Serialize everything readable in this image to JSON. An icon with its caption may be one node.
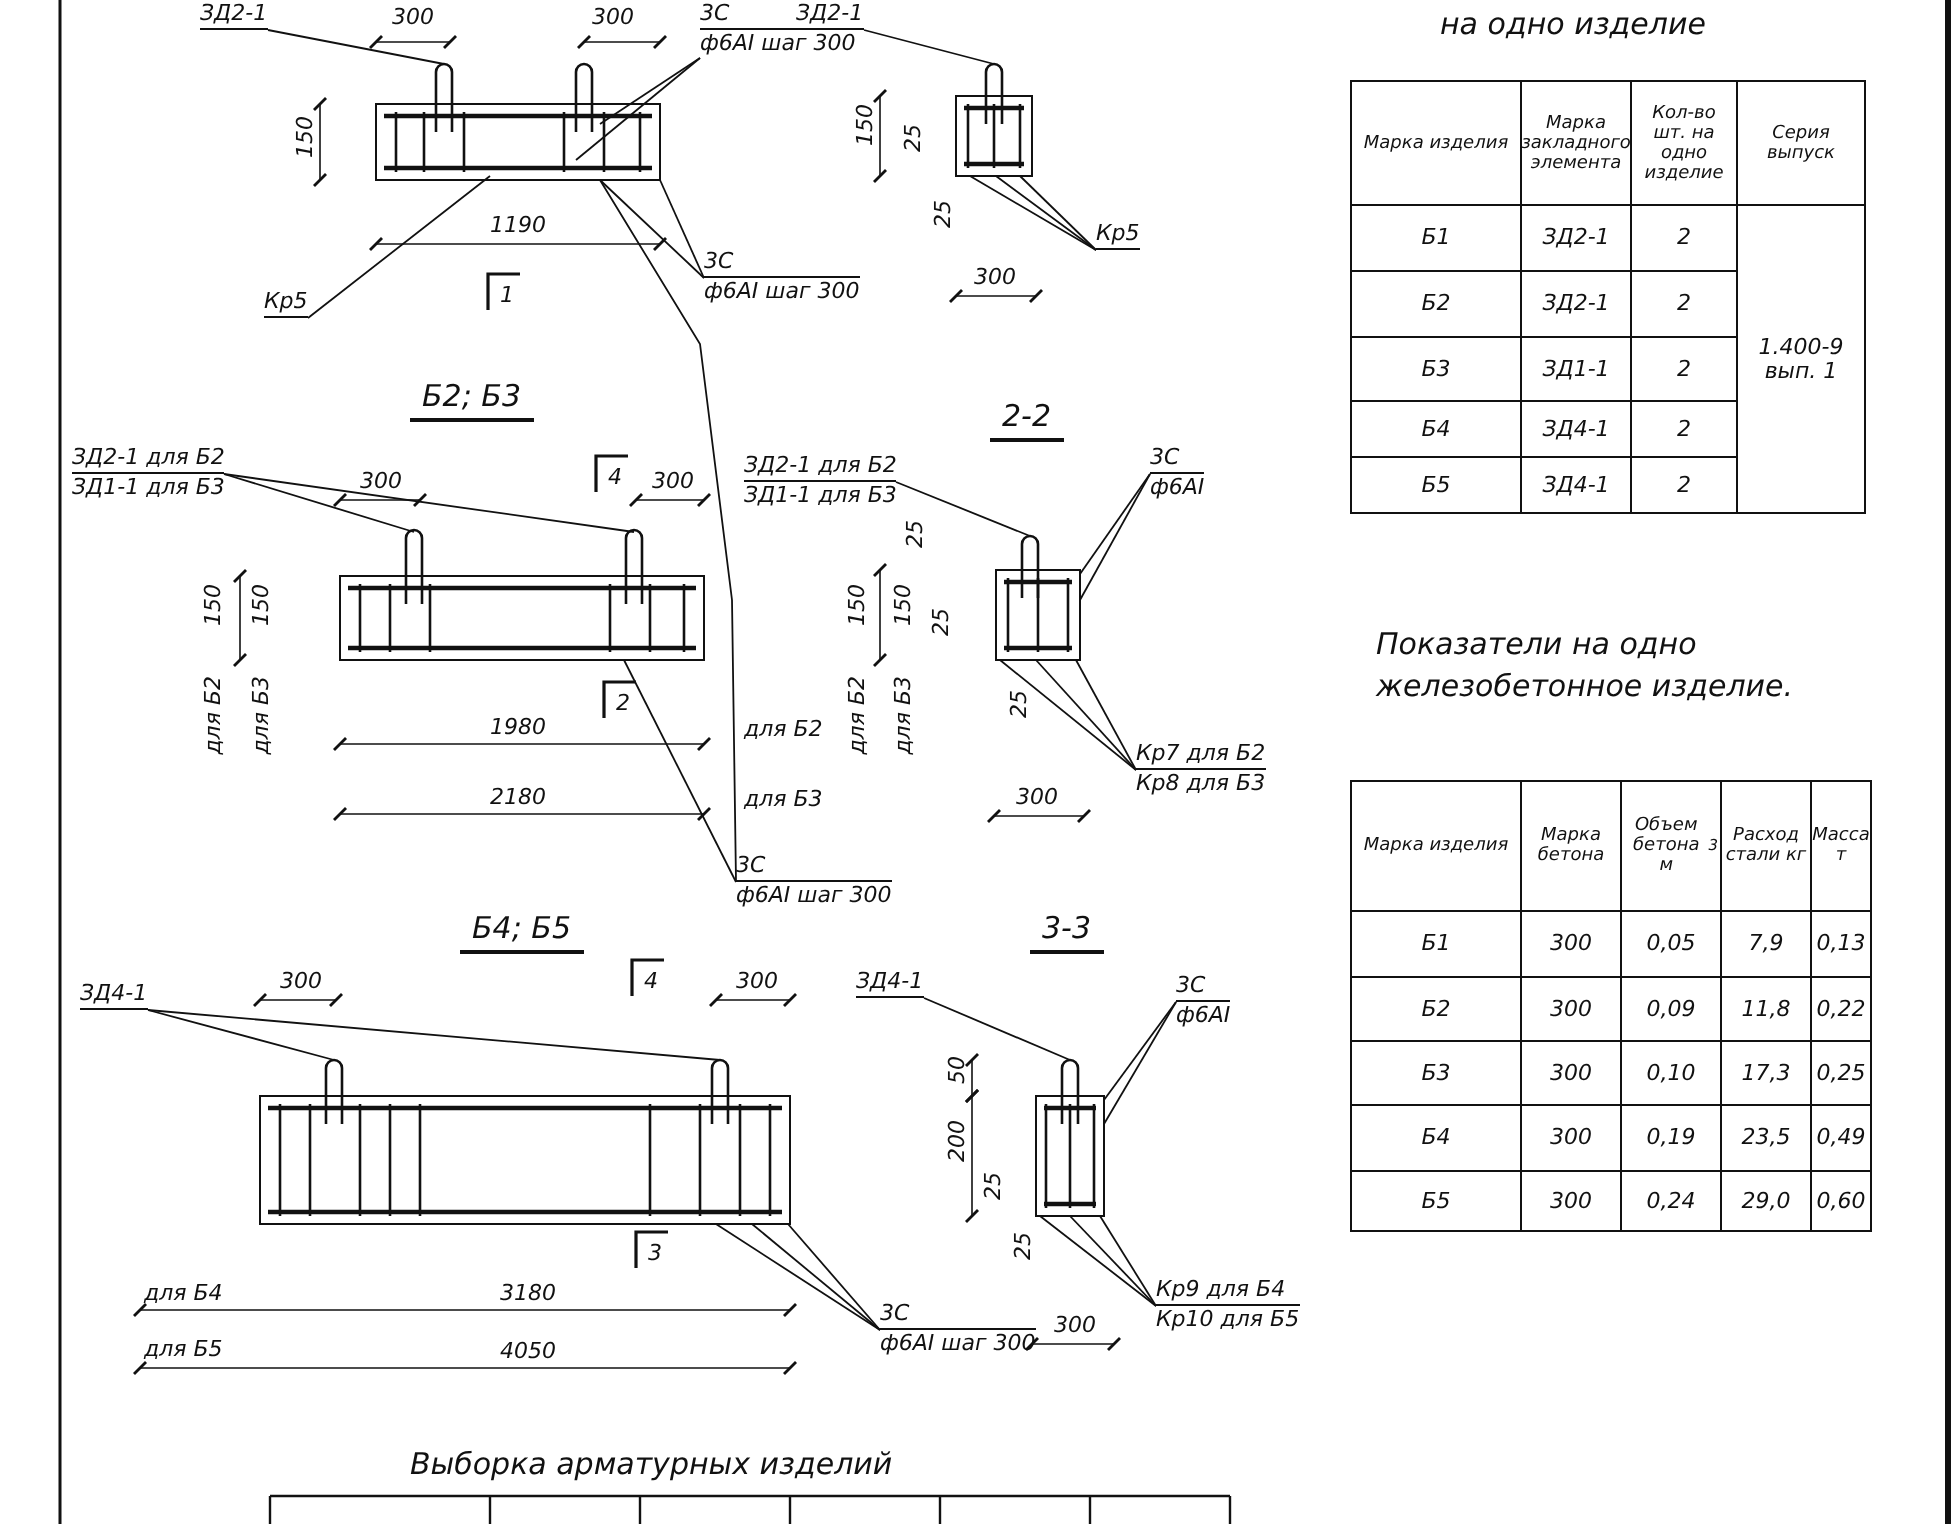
{
  "diagram": {
    "nodes": [
      {
        "text": [
          "ЗД2-1"
        ]
      },
      {
        "text": [
          "3С",
          "ф6АI шаг 300"
        ]
      },
      {
        "text": [
          "Кр5"
        ]
      },
      {
        "text": [
          "3С",
          "ф6АI шаг 300"
        ]
      },
      {
        "text": [
          "ЗД2-1"
        ]
      },
      {
        "text": [
          "Кр5"
        ]
      },
      {
        "text": [
          "ЗД2-1 для Б2",
          "ЗД1-1 для Б3"
        ]
      },
      {
        "text": [
          "ЗД2-1 для Б2",
          "ЗД1-1 для Б3"
        ]
      },
      {
        "text": [
          "3С",
          "ф6АI"
        ]
      },
      {
        "text": [
          "Кр7 для Б2",
          "Кр8 для Б3"
        ]
      },
      {
        "text": [
          "3С",
          "ф6АI шаг 300"
        ]
      },
      {
        "text": [
          "ЗД4-1"
        ]
      },
      {
        "text": [
          "ЗД4-1"
        ]
      },
      {
        "text": [
          "3С",
          "ф6АI"
        ]
      },
      {
        "text": [
          "Кр9 для Б4",
          "Кр10 для Б5"
        ]
      },
      {
        "text": [
          "3С",
          "ф6АI шаг 300"
        ]
      },
      {
        "text": [],
        "shape": "picture"
      },
      {
        "text": [],
        "shape": "picture"
      },
      {
        "text": [],
        "shape": "picture"
      },
      {
        "text": [],
        "shape": "picture"
      },
      {
        "text": [],
        "shape": "picture"
      },
      {
        "text": [],
        "shape": "picture"
      }
    ],
    "edges": [
      {
        "from": 0,
        "to": 16,
        "arrow": "none"
      },
      {
        "from": 1,
        "to": 16,
        "arrow": "none"
      },
      {
        "from": 1,
        "to": 16,
        "arrow": "none"
      },
      {
        "from": 2,
        "to": 16,
        "arrow": "none"
      },
      {
        "from": 3,
        "to": 16,
        "arrow": "none"
      },
      {
        "from": 3,
        "to": 16,
        "arrow": "none"
      },
      {
        "from": 4,
        "to": 17,
        "arrow": "none"
      },
      {
        "from": 5,
        "to": 17,
        "arrow": "none"
      },
      {
        "from": 5,
        "to": 17,
        "arrow": "none"
      },
      {
        "from": 5,
        "to": 17,
        "arrow": "none"
      },
      {
        "from": 6,
        "to": 18,
        "arrow": "none"
      },
      {
        "from": 6,
        "to": 18,
        "arrow": "none"
      },
      {
        "from": 7,
        "to": 19,
        "arrow": "none"
      },
      {
        "from": 8,
        "to": 19,
        "arrow": "none"
      },
      {
        "from": 8,
        "to": 19,
        "arrow": "none"
      },
      {
        "from": 9,
        "to": 19,
        "arrow": "none"
      },
      {
        "from": 9,
        "to": 19,
        "arrow": "none"
      },
      {
        "from": 9,
        "to": 19,
        "arrow": "none"
      },
      {
        "from": 10,
        "to": 18,
        "arrow": "none"
      },
      {
        "from": 10,
        "to": 16,
        "arrow": "none"
      },
      {
        "from": 11,
        "to": 20,
        "arrow": "none"
      },
      {
        "from": 11,
        "to": 20,
        "arrow": "none"
      },
      {
        "from": 12,
        "to": 21,
        "arrow": "none"
      },
      {
        "from": 13,
        "to": 21,
        "arrow": "none"
      },
      {
        "from": 13,
        "to": 21,
        "arrow": "none"
      },
      {
        "from": 14,
        "to": 21,
        "arrow": "none"
      },
      {
        "from": 14,
        "to": 21,
        "arrow": "none"
      },
      {
        "from": 14,
        "to": 21,
        "arrow": "none"
      },
      {
        "from": 15,
        "to": 20,
        "arrow": "none"
      },
      {
        "from": 15,
        "to": 20,
        "arrow": "none"
      },
      {
        "from": 15,
        "to": 20,
        "arrow": "none"
      }
    ],
    "labels": [
      "300",
      "300",
      "150",
      "1190",
      "1",
      "150",
      "25",
      "25",
      "300",
      "Б2; Б3",
      "2-2",
      "300",
      "4",
      "300",
      "150",
      "150",
      "для Б2",
      "для Б3",
      "1980",
      "для Б2",
      "2180",
      "для Б3",
      "2",
      "25",
      "150",
      "150",
      "для Б2",
      "для Б3",
      "25",
      "25",
      "300",
      "Б4; Б5",
      "3-3",
      "300",
      "4",
      "300",
      "50",
      "200",
      "25",
      "3",
      "для Б4",
      "3180",
      "для Б5",
      "4050",
      "25",
      "300",
      "Выборка арматурных изделий",
      "на одно изделие",
      "Марка изделия",
      "Марка закладного элемента",
      "Кол-во шт. на одно изделие",
      "Серия выпуск",
      "Б1",
      "ЗД2-1",
      "2",
      "1.400-9 вып. 1",
      "Б2",
      "ЗД2-1",
      "2",
      "Б3",
      "ЗД1-1",
      "2",
      "Б4",
      "ЗД4-1",
      "2",
      "Б5",
      "ЗД4-1",
      "2",
      "Показатели на одно железобетонное изделие.",
      "Марка изделия",
      "Марка бетона",
      "Объем бетона м$^{3}$",
      "Расход стали кг",
      "Масса т",
      "Б1",
      "300",
      "0,05",
      "7,9",
      "0,13",
      "Б2",
      "300",
      "0,09",
      "11,8",
      "0,22",
      "Б3",
      "300",
      "0,10",
      "17,3",
      "0,25",
      "Б4",
      "300",
      "0,19",
      "23,5",
      "0,49",
      "Б5",
      "300",
      "0,24",
      "29,0",
      "0,60"
    ]
  }
}
